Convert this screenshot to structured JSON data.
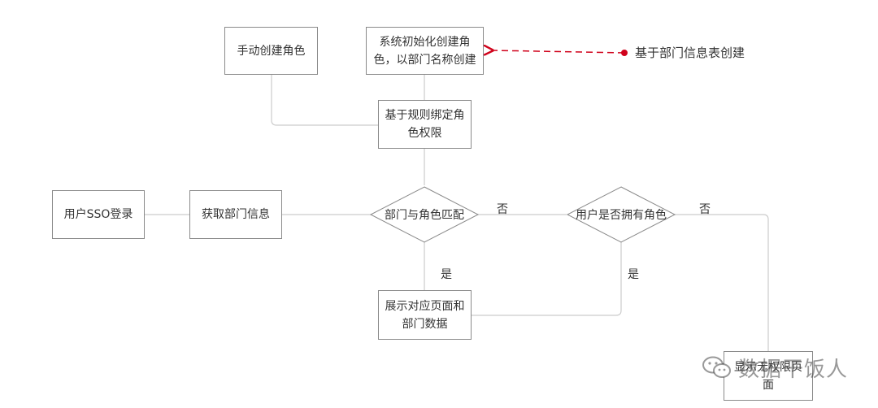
{
  "nodes": {
    "manual_create": "手动创建角色",
    "system_init": "系统初始化创建角色，以部门名称创建",
    "bind_rules": "基于规则绑定角色权限",
    "sso_login": "用户SSO登录",
    "get_dept": "获取部门信息",
    "show_page": "展示对应页面和部门数据",
    "no_perm": "显示无权限页面"
  },
  "decisions": {
    "dept_role_match": "部门与角色匹配",
    "user_has_role": "用户是否拥有角色"
  },
  "edge_labels": {
    "no_1": "否",
    "yes_1": "是",
    "no_2": "否",
    "yes_2": "是"
  },
  "side_note": "基于部门信息表创建",
  "colors": {
    "line": "#cccccc",
    "border": "#8a8a8a",
    "accent": "#d0021b"
  },
  "watermark": {
    "text": "数据干饭人",
    "icon": "wechat-icon"
  }
}
